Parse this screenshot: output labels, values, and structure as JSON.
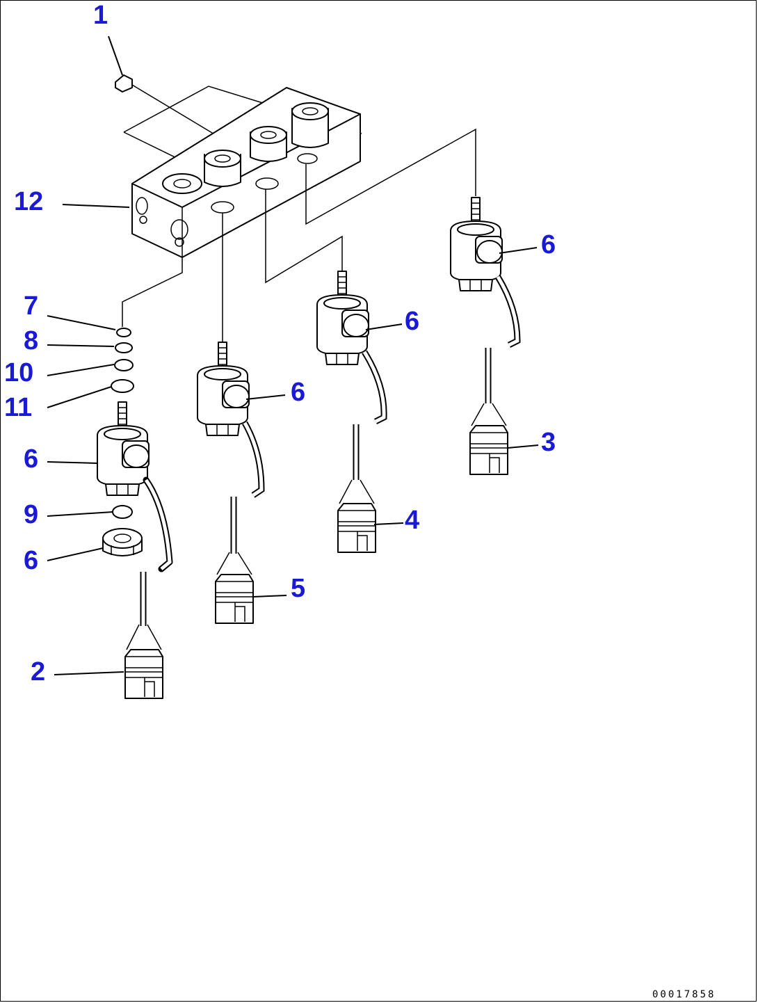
{
  "diagram": {
    "callouts": [
      {
        "id": "callout-1",
        "text": "1"
      },
      {
        "id": "callout-12",
        "text": "12"
      },
      {
        "id": "callout-7",
        "text": "7"
      },
      {
        "id": "callout-8",
        "text": "8"
      },
      {
        "id": "callout-10",
        "text": "10"
      },
      {
        "id": "callout-11",
        "text": "11"
      },
      {
        "id": "callout-6a",
        "text": "6"
      },
      {
        "id": "callout-9",
        "text": "9"
      },
      {
        "id": "callout-6b",
        "text": "6"
      },
      {
        "id": "callout-2",
        "text": "2"
      },
      {
        "id": "callout-6c",
        "text": "6"
      },
      {
        "id": "callout-5",
        "text": "5"
      },
      {
        "id": "callout-6d",
        "text": "6"
      },
      {
        "id": "callout-4",
        "text": "4"
      },
      {
        "id": "callout-6e",
        "text": "6"
      },
      {
        "id": "callout-3",
        "text": "3"
      }
    ],
    "drawing_number": "00017858",
    "label_color": "#1a1ad6"
  }
}
